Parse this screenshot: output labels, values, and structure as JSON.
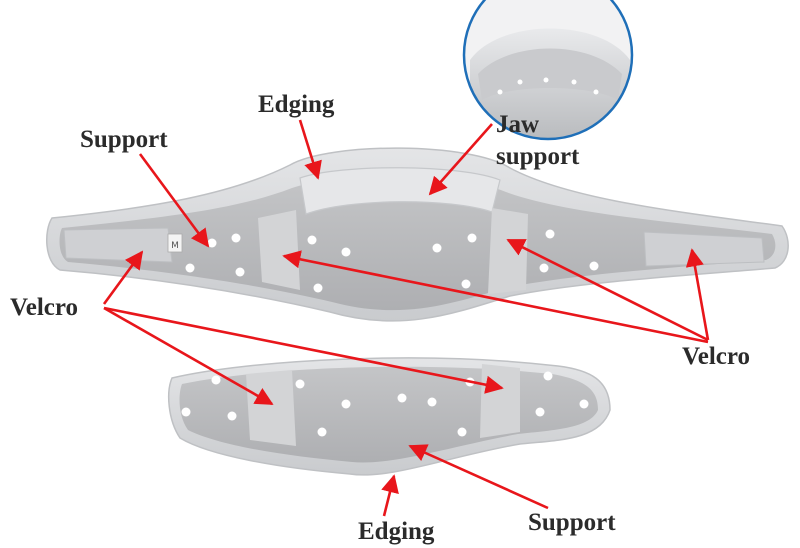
{
  "labels": {
    "edging_top": "Edging",
    "support_left": "Support",
    "jaw_line1": "Jaw",
    "jaw_line2": "support",
    "velcro_left": "Velcro",
    "velcro_right": "Velcro",
    "edging_bottom": "Edging",
    "support_bottom": "Support",
    "size_tag": "M"
  },
  "colors": {
    "arrow": "#e8161b",
    "label": "#2b2b2b",
    "edging": "#d9dbdd",
    "body": "#b7b8ba",
    "velcro_panel": "#cfd0d3",
    "inset_border": "#1f6fb8"
  }
}
